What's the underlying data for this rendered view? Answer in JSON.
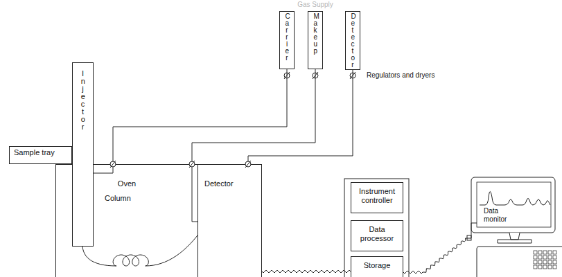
{
  "diagram": {
    "nodes": [
      {
        "text": [
          "Carrier"
        ]
      },
      {
        "text": [
          "Makeup"
        ]
      },
      {
        "text": [
          "Detector"
        ]
      },
      {
        "text": [
          "Sample tray"
        ]
      },
      {
        "text": [
          "Injector"
        ]
      },
      {
        "text": [
          "Oven"
        ]
      },
      {
        "text": [
          "Detector"
        ]
      },
      {
        "text": [
          "Instrument controller"
        ]
      },
      {
        "text": [
          "Data processor"
        ]
      },
      {
        "text": [
          "Storage"
        ]
      },
      {
        "text": [
          "Data monitor"
        ]
      }
    ],
    "edges": [
      {
        "from": 0,
        "to": 4,
        "arrow": "none"
      },
      {
        "from": 1,
        "to": 6,
        "arrow": "none"
      },
      {
        "from": 2,
        "to": 6,
        "arrow": "none"
      },
      {
        "from": 4,
        "to": 6,
        "label": "Column",
        "arrow": "none"
      },
      {
        "from": 6,
        "to": 9,
        "arrow": "none"
      },
      {
        "from": 9,
        "to": 10,
        "arrow": "none"
      }
    ],
    "labels": [
      "Gas Supply",
      "Regulators and dryers"
    ]
  }
}
